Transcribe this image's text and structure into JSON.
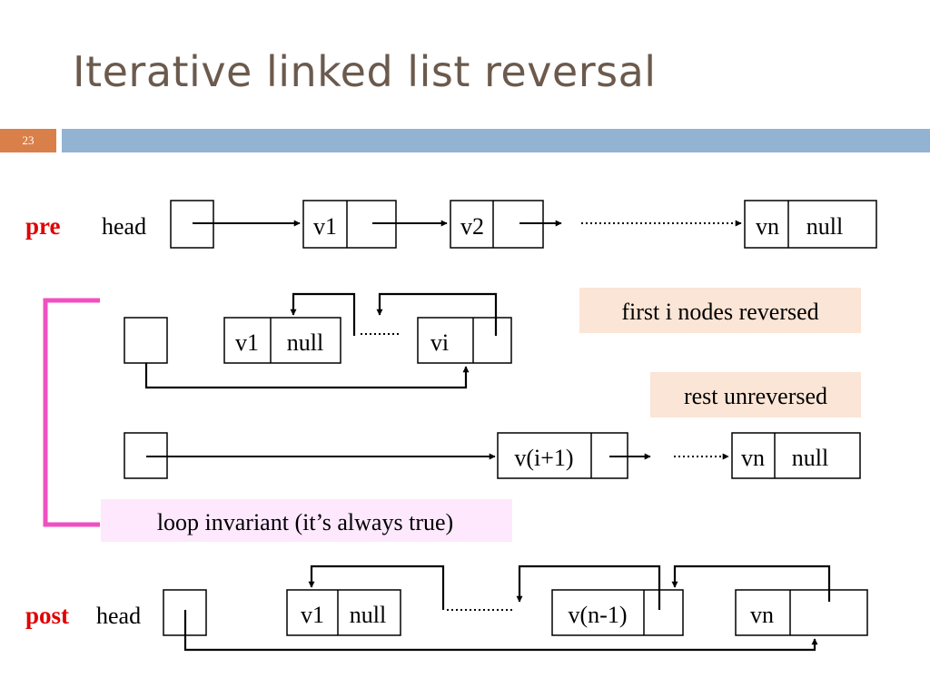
{
  "slide": {
    "title": "Iterative linked list reversal",
    "number": "23"
  },
  "labels": {
    "pre": "pre",
    "post": "post",
    "head": "head",
    "first_i_reversed": "first i nodes reversed",
    "rest_unreversed": "rest unreversed",
    "loop_invariant": "loop invariant (it’s always true)"
  },
  "nodes": {
    "v1": "v1",
    "v2": "v2",
    "vn": "vn",
    "vi": "vi",
    "v_i_plus_1": "v(i+1)",
    "v_n_minus_1": "v(n-1)",
    "null": "null"
  },
  "colors": {
    "title": "#6b5a4d",
    "slide_number_bg": "#d9804a",
    "top_bar": "#93b3d2",
    "pre_post_label": "#e00000",
    "invariant_bracket": "#f050c0",
    "invariant_box_bg": "#fde8fd",
    "annotation_box_bg": "#fbe5d6"
  }
}
